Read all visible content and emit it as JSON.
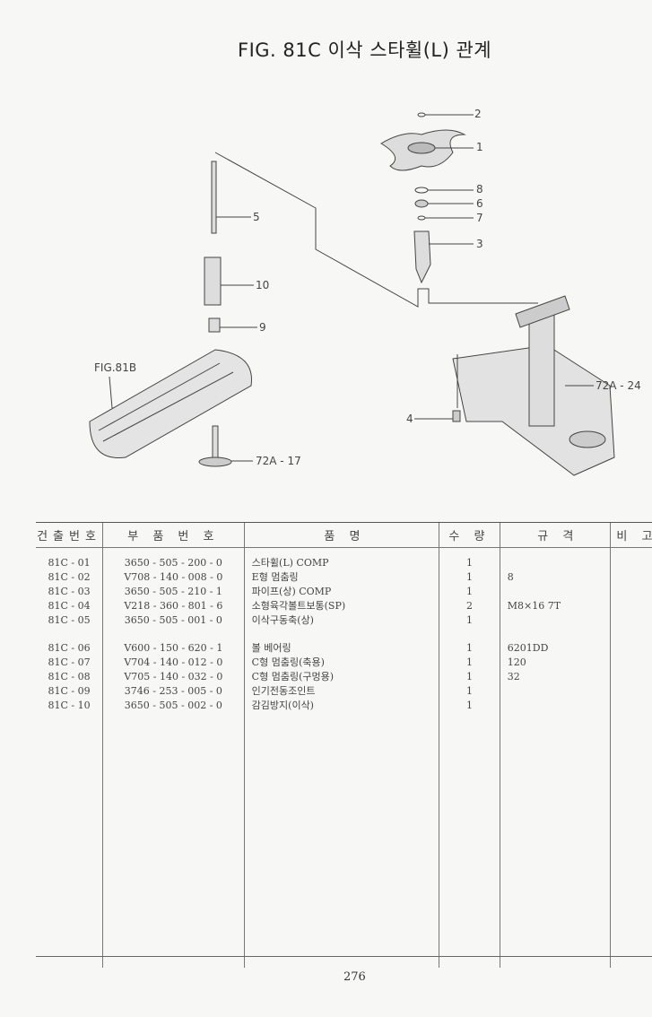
{
  "title": "FIG. 81C 이삭 스타휠(L) 관계",
  "diagram_labels": {
    "l2": "2",
    "l1": "1",
    "l8": "8",
    "l6": "6",
    "l7": "7",
    "l3": "3",
    "l5": "5",
    "l10": "10",
    "l9": "9",
    "fig81b": "FIG.81B",
    "l72a17": "72A - 17",
    "l4": "4",
    "l72a24": "72A - 24"
  },
  "table": {
    "headers": [
      "건출번호",
      "부 품 번 호",
      "품          명",
      "수 량",
      "규     격",
      "비 고"
    ],
    "rows": [
      {
        "no": "81C - 01",
        "part": "3650 - 505 - 200 - 0",
        "name": "스타휠(L) COMP",
        "qty": "1",
        "spec": ""
      },
      {
        "no": "81C - 02",
        "part": "V708 - 140 - 008 - 0",
        "name": "E형 멈춤링",
        "qty": "1",
        "spec": "8"
      },
      {
        "no": "81C - 03",
        "part": "3650 - 505 - 210 - 1",
        "name": "파이프(상) COMP",
        "qty": "1",
        "spec": ""
      },
      {
        "no": "81C - 04",
        "part": "V218 - 360 - 801 - 6",
        "name": "소형육각볼트보통(SP)",
        "qty": "2",
        "spec": "M8×16 7T"
      },
      {
        "no": "81C - 05",
        "part": "3650 - 505 - 001 - 0",
        "name": "이삭구동축(상)",
        "qty": "1",
        "spec": ""
      },
      {
        "no": "81C - 06",
        "part": "V600 - 150 - 620 - 1",
        "name": "볼 베어링",
        "qty": "1",
        "spec": "6201DD"
      },
      {
        "no": "81C - 07",
        "part": "V704 - 140 - 012 - 0",
        "name": "C형 멈춤링(축용)",
        "qty": "1",
        "spec": "120"
      },
      {
        "no": "81C - 08",
        "part": "V705 - 140 - 032 - 0",
        "name": "C형 멈춤링(구멍용)",
        "qty": "1",
        "spec": "32"
      },
      {
        "no": "81C - 09",
        "part": "3746 - 253 - 005 - 0",
        "name": "인기전동조인트",
        "qty": "1",
        "spec": ""
      },
      {
        "no": "81C - 10",
        "part": "3650 - 505 - 002 - 0",
        "name": "감김방지(이삭)",
        "qty": "1",
        "spec": ""
      }
    ]
  },
  "page_number": "276"
}
